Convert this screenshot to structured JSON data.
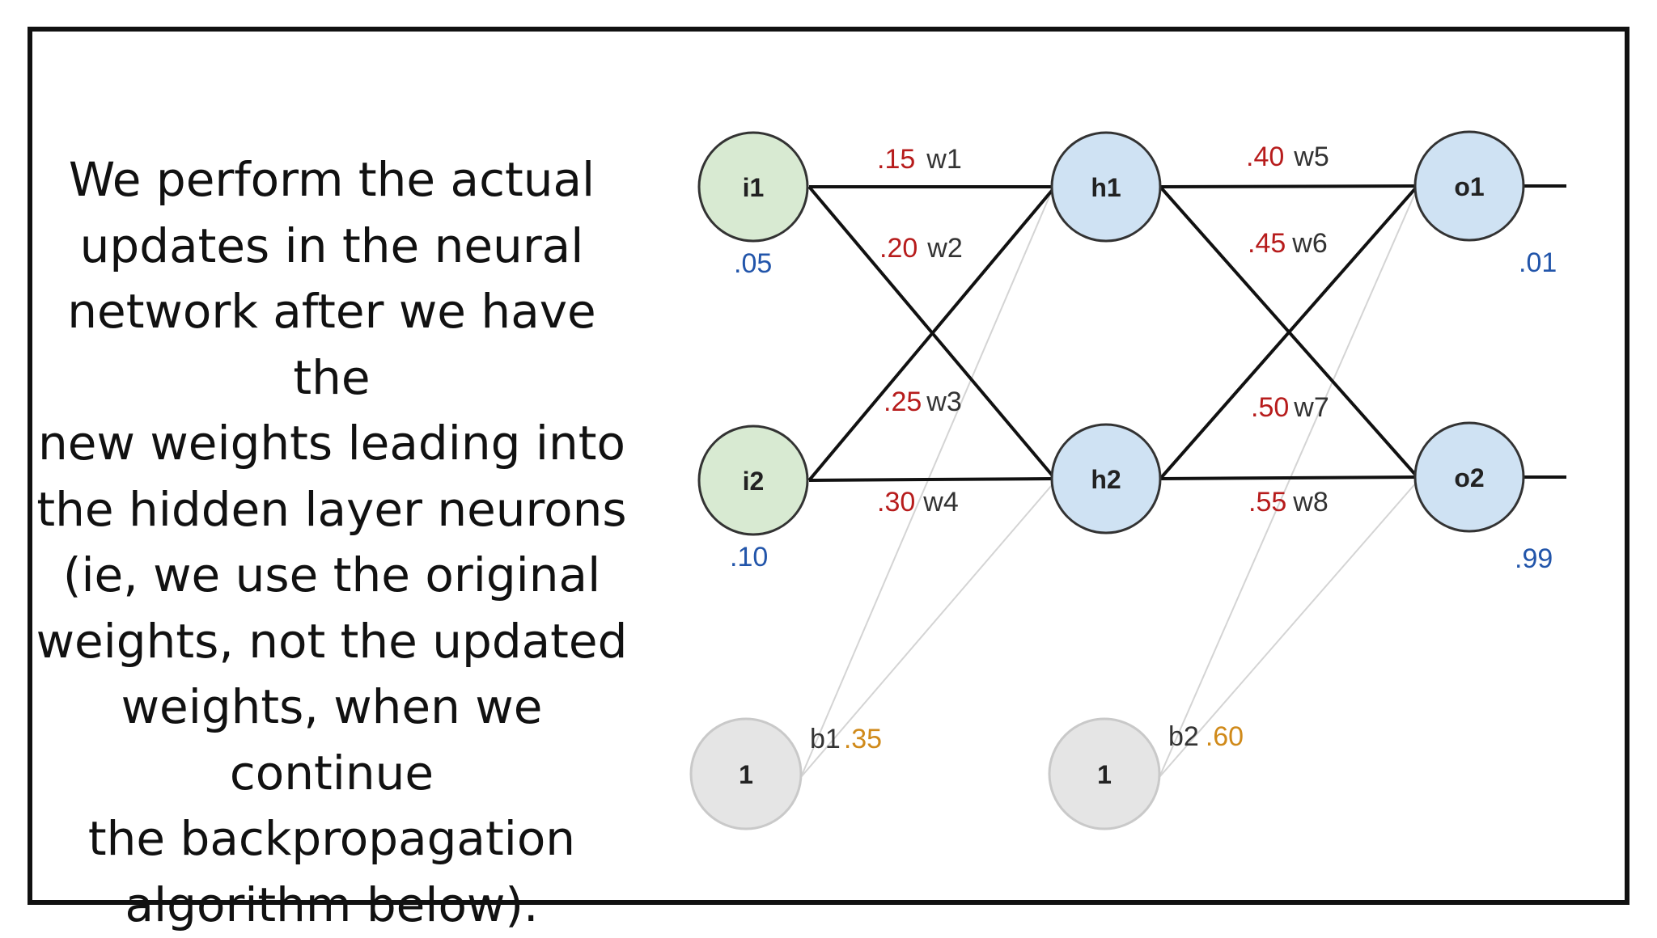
{
  "explanation": {
    "lines": [
      "We perform the actual",
      "updates in the neural",
      "network after we have the",
      "new weights leading into",
      "the hidden layer neurons",
      "(ie, we use the original",
      "weights, not the updated",
      "weights, when we continue",
      "the backpropagation",
      "algorithm below)."
    ]
  },
  "network": {
    "colors": {
      "input_node": "#d8ead2",
      "hidden_output_node": "#cfe2f3",
      "bias_node": "#e5e5e5",
      "main_edge": "#111111",
      "bias_edge": "#d4d4d4",
      "weight_value": "#b71c1c",
      "io_value": "#2255aa",
      "bias_value": "#d08a1a"
    },
    "nodes": {
      "i1": "i1",
      "i2": "i2",
      "h1": "h1",
      "h2": "h2",
      "o1": "o1",
      "o2": "o2",
      "b1": "1",
      "b2": "1"
    },
    "inputs": {
      "i1_value": ".05",
      "i2_value": ".10"
    },
    "targets": {
      "o1_value": ".01",
      "o2_value": ".99"
    },
    "weights": [
      {
        "name": "w1",
        "value": ".15"
      },
      {
        "name": "w2",
        "value": ".20"
      },
      {
        "name": "w3",
        "value": ".25"
      },
      {
        "name": "w4",
        "value": ".30"
      },
      {
        "name": "w5",
        "value": ".40"
      },
      {
        "name": "w6",
        "value": ".45"
      },
      {
        "name": "w7",
        "value": ".50"
      },
      {
        "name": "w8",
        "value": ".55"
      }
    ],
    "biases": [
      {
        "name": "b1",
        "value": ".35"
      },
      {
        "name": "b2",
        "value": ".60"
      }
    ]
  }
}
